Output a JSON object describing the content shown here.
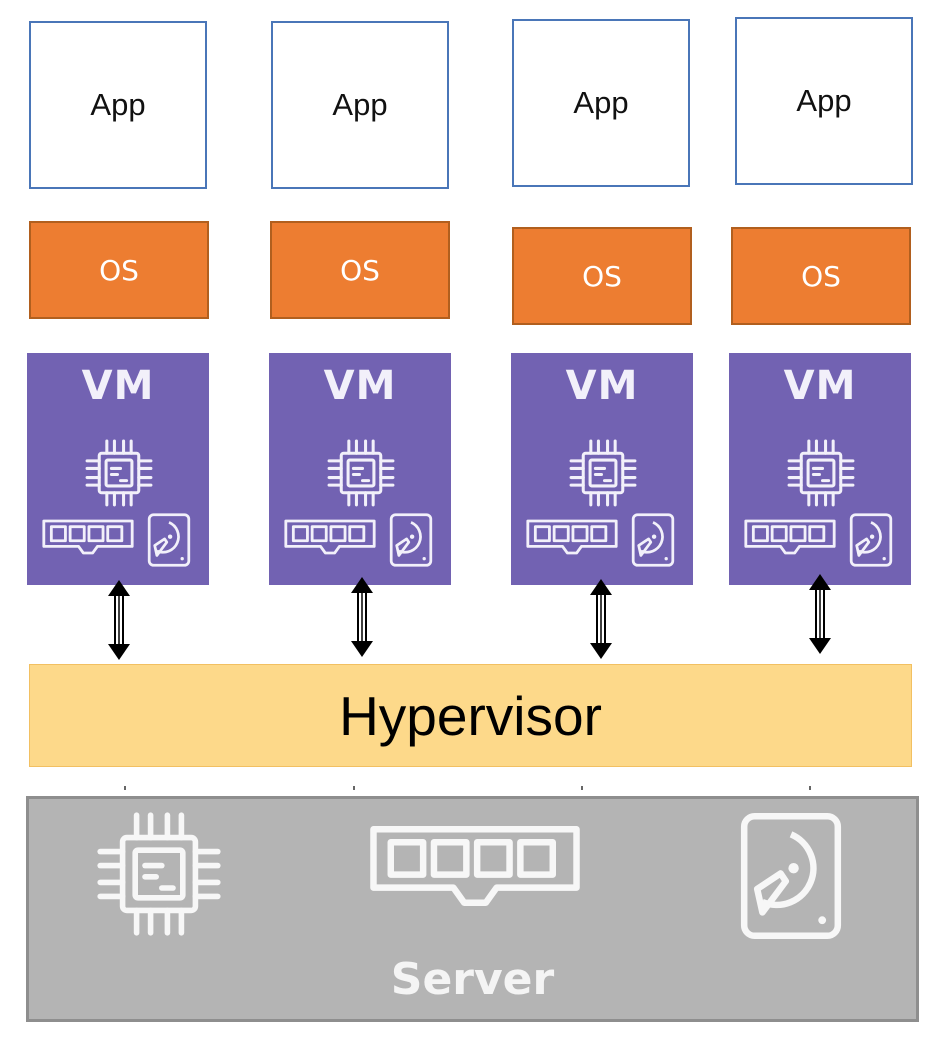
{
  "stacks": [
    {
      "app_label": "App",
      "os_label": "OS",
      "vm_label": "VM"
    },
    {
      "app_label": "App",
      "os_label": "OS",
      "vm_label": "VM"
    },
    {
      "app_label": "App",
      "os_label": "OS",
      "vm_label": "VM"
    },
    {
      "app_label": "App",
      "os_label": "OS",
      "vm_label": "VM"
    }
  ],
  "hypervisor": {
    "label": "Hypervisor"
  },
  "server": {
    "label": "Server",
    "icons": [
      "cpu-icon",
      "memory-icon",
      "disk-icon"
    ]
  },
  "vm_icons": [
    "cpu-icon",
    "memory-icon",
    "disk-icon"
  ],
  "arrows": [
    "bidirectional-arrow",
    "bidirectional-arrow",
    "bidirectional-arrow",
    "bidirectional-arrow"
  ],
  "colors": {
    "app_border": "#4a76b8",
    "os_fill": "#ed7d31",
    "vm_fill": "#7262b2",
    "hypervisor_fill": "#fdd98a",
    "server_fill": "#b4b4b4"
  }
}
